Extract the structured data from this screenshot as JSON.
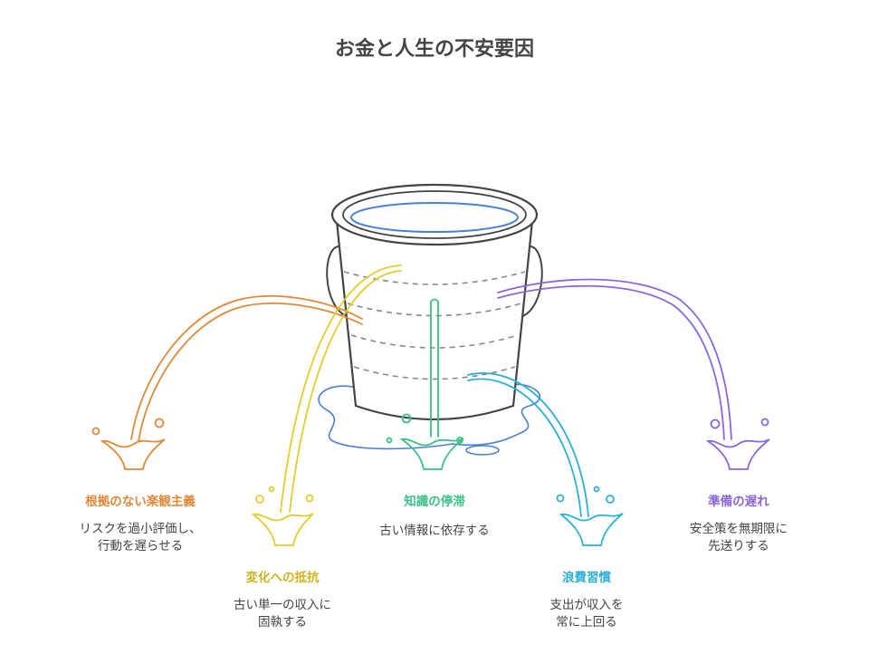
{
  "title": "お金と人生の不安要因",
  "colors": {
    "outline": "#444444",
    "water": "#4a7fd6",
    "orange": "#e0893a",
    "yellow": "#e2cd2c",
    "green": "#3dbf87",
    "cyan": "#2db0d8",
    "purple": "#8a67e0"
  },
  "leaks": [
    {
      "id": "optimism",
      "label": "根拠のない楽観主義",
      "desc": [
        "リスクを過小評価し、",
        "行動を遅らせる"
      ],
      "color": "#e0893a"
    },
    {
      "id": "resistance",
      "label": "変化への抵抗",
      "desc": [
        "古い単一の収入に",
        "固執する"
      ],
      "color": "#e2cd2c"
    },
    {
      "id": "knowledge",
      "label": "知識の停滞",
      "desc": [
        "古い情報に依存する"
      ],
      "color": "#3dbf87"
    },
    {
      "id": "spending",
      "label": "浪費習慣",
      "desc": [
        "支出が収入を",
        "常に上回る"
      ],
      "color": "#2db0d8"
    },
    {
      "id": "preparation",
      "label": "準備の遅れ",
      "desc": [
        "安全策を無期限に",
        "先送りする"
      ],
      "color": "#8a67e0"
    }
  ]
}
